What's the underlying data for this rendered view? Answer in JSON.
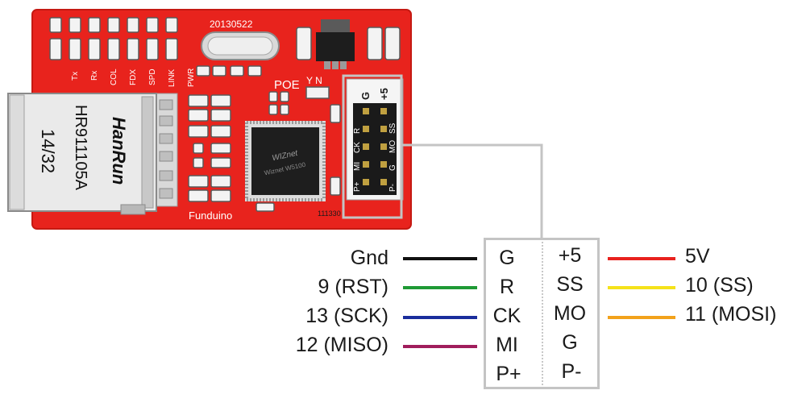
{
  "board": {
    "led_labels": [
      "Tx",
      "Rx",
      "COL",
      "FDX",
      "SPD",
      "LINK",
      "PWR"
    ],
    "crystal_label": "20130522",
    "poe_label": "POE",
    "poe_jumper_label": "Y N",
    "header_top_labels": [
      "G",
      "+5"
    ],
    "header_side_labels_left": [
      "R",
      "CK",
      "MI",
      "P+"
    ],
    "header_side_labels_right": [
      "SS",
      "MO",
      "G",
      "P-"
    ],
    "jack_brand": "HanRun",
    "jack_model": "HR911105A",
    "jack_date": "14/32",
    "chip_brand": "WIZnet",
    "chip_model": "Wiznet W5100",
    "brand": "Funduino",
    "board_code": "111330"
  },
  "pinout": {
    "rows": [
      {
        "left_signal": "Gnd",
        "left_header": "G",
        "right_header": "+5",
        "right_signal": "5V",
        "left_color": "#111111",
        "right_color": "#e8221e"
      },
      {
        "left_signal": "9 (RST)",
        "left_header": "R",
        "right_header": "SS",
        "right_signal": "10 (SS)",
        "left_color": "#1f9a35",
        "right_color": "#f5e21a"
      },
      {
        "left_signal": "13 (SCK)",
        "left_header": "CK",
        "right_header": "MO",
        "right_signal": "11 (MOSI)",
        "left_color": "#1a2d9c",
        "right_color": "#f2a21b"
      },
      {
        "left_signal": "12 (MISO)",
        "left_header": "MI",
        "right_header": "G",
        "right_signal": "",
        "left_color": "#a01d5c",
        "right_color": ""
      },
      {
        "left_signal": "",
        "left_header": "P+",
        "right_header": "P-",
        "right_signal": "",
        "left_color": "",
        "right_color": ""
      }
    ]
  },
  "colors": {
    "board_red": "#e8231d",
    "callout_gray": "#c4c4c4"
  }
}
